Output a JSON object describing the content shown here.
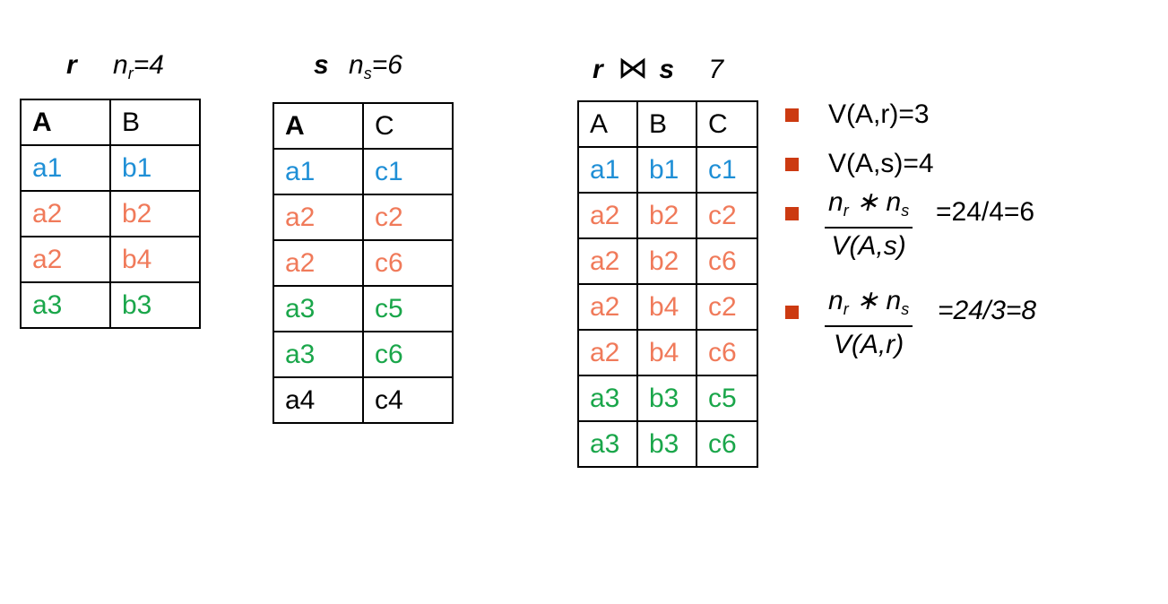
{
  "r_panel": {
    "name": "r",
    "count_label": "n",
    "count_sub": "r",
    "count_value": "=4"
  },
  "s_panel": {
    "name": "s",
    "count_label": "n",
    "count_sub": "s",
    "count_value": "=6"
  },
  "join_panel": {
    "left": "r",
    "symbol": "⋈",
    "right": "s",
    "result_count": "7"
  },
  "table_r": {
    "headers": [
      "A",
      "B"
    ],
    "rows": [
      {
        "cells": [
          "a1",
          "b1"
        ],
        "color": "#1f8fd6"
      },
      {
        "cells": [
          "a2",
          "b2"
        ],
        "color": "#f07a5a"
      },
      {
        "cells": [
          "a2",
          "b4"
        ],
        "color": "#f07a5a"
      },
      {
        "cells": [
          "a3",
          "b3"
        ],
        "color": "#1aa64a"
      }
    ]
  },
  "table_s": {
    "headers": [
      "A",
      "C"
    ],
    "rows": [
      {
        "cells": [
          "a1",
          "c1"
        ],
        "color": "#1f8fd6"
      },
      {
        "cells": [
          "a2",
          "c2"
        ],
        "color": "#f07a5a"
      },
      {
        "cells": [
          "a2",
          "c6"
        ],
        "color": "#f07a5a"
      },
      {
        "cells": [
          "a3",
          "c5"
        ],
        "color": "#1aa64a"
      },
      {
        "cells": [
          "a3",
          "c6"
        ],
        "color": "#1aa64a"
      },
      {
        "cells": [
          "a4",
          "c4"
        ],
        "color": "#000000"
      }
    ]
  },
  "table_join": {
    "headers": [
      "A",
      "B",
      "C"
    ],
    "rows": [
      {
        "cells": [
          "a1",
          "b1",
          "c1"
        ],
        "color": "#1f8fd6"
      },
      {
        "cells": [
          "a2",
          "b2",
          "c2"
        ],
        "color": "#f07a5a"
      },
      {
        "cells": [
          "a2",
          "b2",
          "c6"
        ],
        "color": "#f07a5a"
      },
      {
        "cells": [
          "a2",
          "b4",
          "c2"
        ],
        "color": "#f07a5a"
      },
      {
        "cells": [
          "a2",
          "b4",
          "c6"
        ],
        "color": "#f07a5a"
      },
      {
        "cells": [
          "a3",
          "b3",
          "c5"
        ],
        "color": "#1aa64a"
      },
      {
        "cells": [
          "a3",
          "b3",
          "c6"
        ],
        "color": "#1aa64a"
      }
    ]
  },
  "bullets": {
    "v_ar": "V(A,r)=3",
    "v_as": "V(A,s)=4",
    "est1": {
      "num": "nr * ns",
      "den": "V(A,s)",
      "result": "=24/4=6"
    },
    "est2": {
      "num": "nr * ns",
      "den": "V(A,r)",
      "result": "=24/3=8"
    }
  },
  "colors": {
    "bullet": "#cc3a11",
    "blue": "#1f8fd6",
    "orange": "#f07a5a",
    "green": "#1aa64a"
  }
}
